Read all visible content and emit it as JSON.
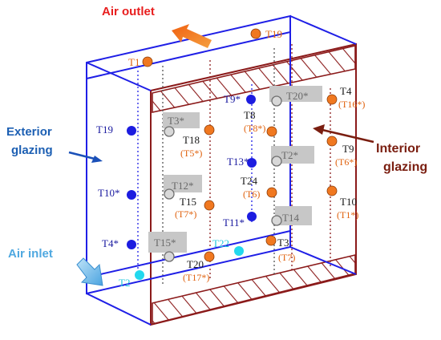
{
  "labels": {
    "air_outlet": "Air outlet",
    "exterior_glazing_1": "Exterior",
    "exterior_glazing_2": "glazing",
    "interior_glazing_1": "Interior",
    "interior_glazing_2": "glazing",
    "air_inlet": "Air inlet"
  },
  "sensors": {
    "t19_top": "T19",
    "t1": "T1",
    "t9s": "T9*",
    "t20s": "T20*",
    "t4": "T4",
    "t16s": "(T16*)",
    "t19_left": "T19",
    "t3s": "T3*",
    "t18": "T18",
    "t5s": "(T5*)",
    "t8": "T8",
    "t8s": "(T8*)",
    "t13s": "T13*",
    "t2s": "T2*",
    "t9": "T9",
    "t6s": "(T6*)",
    "t10s": "T10*",
    "t12s": "T12*",
    "t15": "T15",
    "t7s": "(T7*)",
    "t24": "T24",
    "t6": "(T6)",
    "t11s": "T11*",
    "t14": "T14",
    "t10": "T10",
    "t1s": "(T1*)",
    "t4s": "T4*",
    "t15s": "T15*",
    "t22": "T22",
    "t3": "T3",
    "t7": "(T7)",
    "t20": "T20",
    "t17s": "(T17*)",
    "t2": "T2"
  },
  "colors": {
    "exterior_frame": "#1f1fe6",
    "interior_frame": "#8b1a1a",
    "sensor_orange": "#f07820",
    "sensor_blue": "#1c1ce0",
    "sensor_cyan": "#22d8ee",
    "sensor_grey": "#a8a8a8",
    "air_outlet_text": "#e81e1e",
    "exterior_text": "#1c5fb3",
    "interior_text": "#7a1e10",
    "air_inlet_text": "#4fa8e0",
    "orange_text": "#e0620e",
    "blue_text": "#1a1aa0",
    "grey_box": "#c7c7c7"
  }
}
